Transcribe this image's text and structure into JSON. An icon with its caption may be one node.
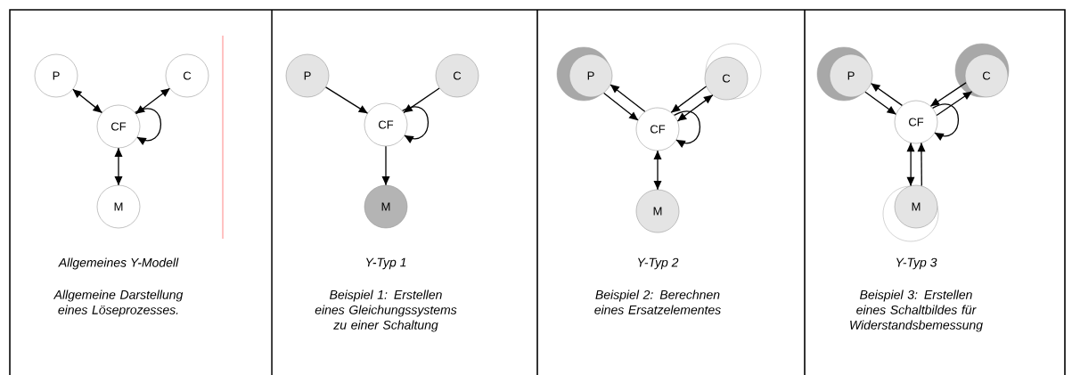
{
  "diagram": {
    "nodes": [
      {
        "text": [
          "P"
        ]
      },
      {
        "text": [
          "C"
        ]
      },
      {
        "text": [
          "CF"
        ]
      },
      {
        "text": [
          "M"
        ]
      },
      {
        "text": [
          "P"
        ]
      },
      {
        "text": [
          "C"
        ]
      },
      {
        "text": [
          "CF"
        ]
      },
      {
        "text": [
          "M"
        ]
      },
      {
        "text": [
          "P"
        ]
      },
      {
        "text": [
          "C"
        ]
      },
      {
        "text": [
          "CF"
        ]
      },
      {
        "text": [
          "M"
        ]
      },
      {
        "text": [
          "P"
        ]
      },
      {
        "text": [
          "C"
        ]
      },
      {
        "text": [
          "CF"
        ]
      },
      {
        "text": [
          "M"
        ]
      }
    ],
    "edges": [
      {
        "from": 0,
        "to": 2,
        "arrow": "both"
      },
      {
        "from": 2,
        "to": 1,
        "arrow": "both"
      },
      {
        "from": 2,
        "to": 2,
        "arrow": "to"
      },
      {
        "from": 2,
        "to": 3,
        "arrow": "both"
      },
      {
        "from": 4,
        "to": 6,
        "arrow": "to"
      },
      {
        "from": 5,
        "to": 6,
        "arrow": "to"
      },
      {
        "from": 6,
        "to": 6,
        "arrow": "to"
      },
      {
        "from": 6,
        "to": 7,
        "arrow": "to"
      },
      {
        "from": 8,
        "to": 10,
        "arrow": "to"
      },
      {
        "from": 10,
        "to": 8,
        "arrow": "to"
      },
      {
        "from": 10,
        "to": 9,
        "arrow": "both"
      },
      {
        "from": 9,
        "to": 10,
        "arrow": "to"
      },
      {
        "from": 10,
        "to": 10,
        "arrow": "to"
      },
      {
        "from": 10,
        "to": 11,
        "arrow": "both"
      },
      {
        "from": 12,
        "to": 14,
        "arrow": "to"
      },
      {
        "from": 14,
        "to": 12,
        "arrow": "to"
      },
      {
        "from": 14,
        "to": 13,
        "arrow": "to"
      },
      {
        "from": 13,
        "to": 14,
        "arrow": "to"
      },
      {
        "from": 14,
        "to": 14,
        "arrow": "to"
      },
      {
        "from": 14,
        "to": 15,
        "arrow": "both"
      },
      {
        "from": 15,
        "to": 14,
        "arrow": "to"
      }
    ],
    "labels": [
      "Allgemeines Y-Modell",
      "Y-Typ 1",
      "Y-Typ 2",
      "Y-Typ 3",
      "Allgemeine Darstellung eines Löseprozesses.",
      "Beispiel 1: Erstellen eines Gleichungssystems zu einer Schaltung",
      "Beispiel 2: Berechnen eines Ersatzelementes",
      "Beispiel 3: Erstellen eines Schaltbildes für Widerstandsbemessung"
    ]
  }
}
